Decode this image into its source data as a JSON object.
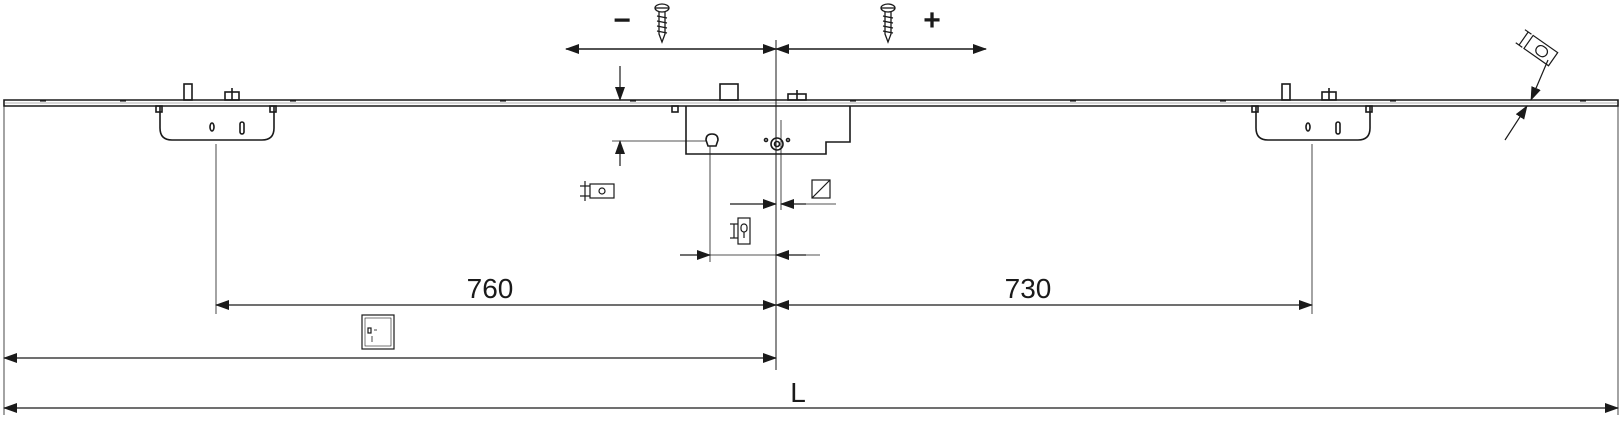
{
  "dimensions": {
    "left_spacing": "760",
    "right_spacing": "730",
    "total_length": "L"
  },
  "adjustment": {
    "minus_sign": "−",
    "plus_sign": "+"
  },
  "icons": {
    "screw": "screw-icon",
    "backset_symbol": "backset-icon",
    "spindle_square": "square-spindle-icon",
    "latch_offset": "latch-offset-icon",
    "faceplate_width": "faceplate-width-icon",
    "faceplate_thickness": "faceplate-thickness-icon"
  },
  "colors": {
    "line": "#1a1a1a",
    "thin": "#555555"
  }
}
